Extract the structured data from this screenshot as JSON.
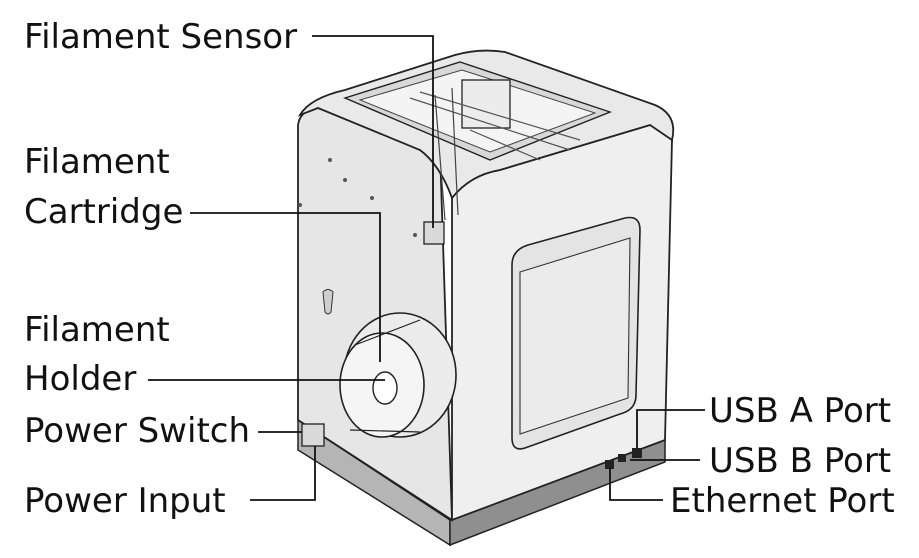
{
  "labels": {
    "filament_sensor": "Filament Sensor",
    "filament_cartridge_line1": "Filament",
    "filament_cartridge_line2": "Cartridge",
    "filament_holder_line1": "Filament",
    "filament_holder_line2": "Holder",
    "power_switch": "Power Switch",
    "power_input": "Power Input",
    "usb_a_port": "USB A Port",
    "usb_b_port": "USB B Port",
    "ethernet_port": "Ethernet Port"
  },
  "colors": {
    "outline": "#222222",
    "body_light": "#eeeeee",
    "body_mid": "#e2e2e2",
    "body_dark": "#cfcfcf",
    "base": "#9a9a9a"
  }
}
